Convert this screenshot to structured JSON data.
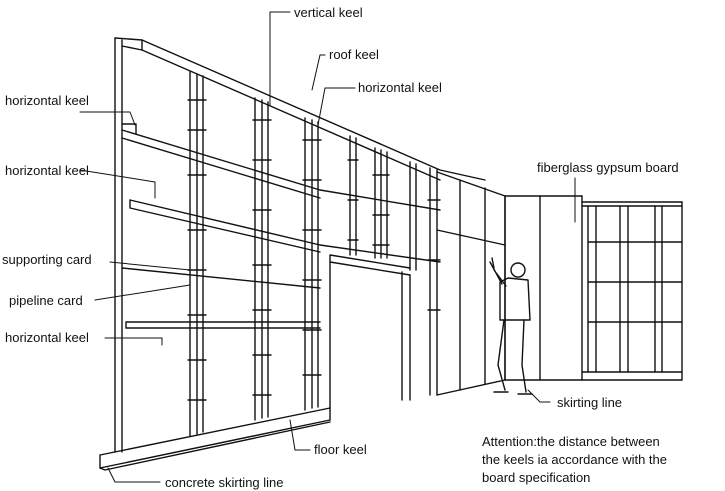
{
  "labels": {
    "vertical_keel": "vertical keel",
    "roof_keel": "roof keel",
    "horizontal_keel_right": "horizontal keel",
    "horizontal_keel_left_1": "horizontal keel",
    "horizontal_keel_left_2": "horizontal keel",
    "horizontal_keel_left_3": "horizontal keel",
    "supporting_card": "supporting card",
    "pipeline_card": "pipeline card",
    "fiberglass_gypsum_board": "fiberglass gypsum board",
    "skirting_line": "skirting line",
    "floor_keel": "floor keel",
    "concrete_skirting_line": "concrete skirting line"
  },
  "note": {
    "line1": "Attention:the distance between",
    "line2": "the keels ia accordance with the",
    "line3": "board specification"
  }
}
